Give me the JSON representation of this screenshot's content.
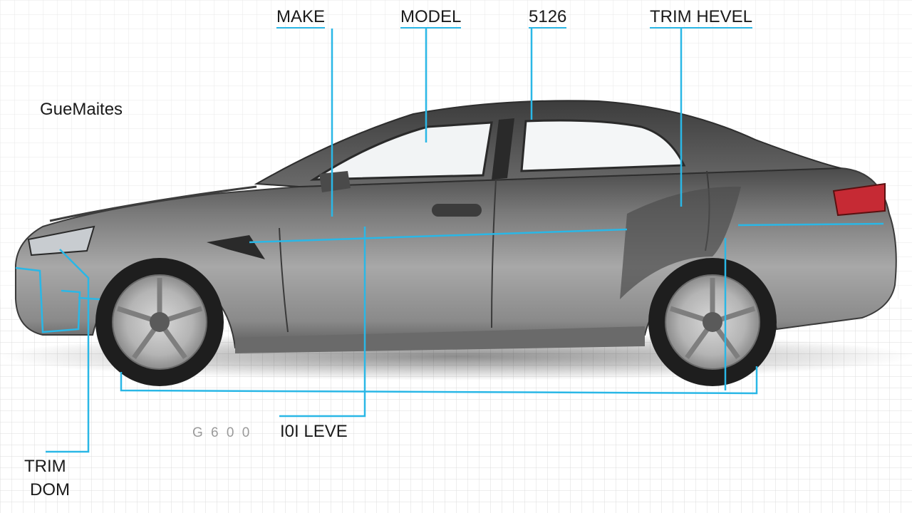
{
  "labels": {
    "make": "MAKE",
    "model": "MODEL",
    "number": "5126",
    "trim_level": "TRIM HEVEL",
    "side_note": "GueMaites",
    "level": "I0I LEVE",
    "level_faint": "G 6 0 0",
    "trim": "TRIM",
    "trim_sub": "DOM"
  },
  "colors": {
    "callout": "#2ab7e6",
    "grid": "#e6e6e6",
    "body_dark": "#565656",
    "body_light": "#9e9e9e",
    "glass": "#f4f6f7",
    "taillight": "#c62a34"
  }
}
